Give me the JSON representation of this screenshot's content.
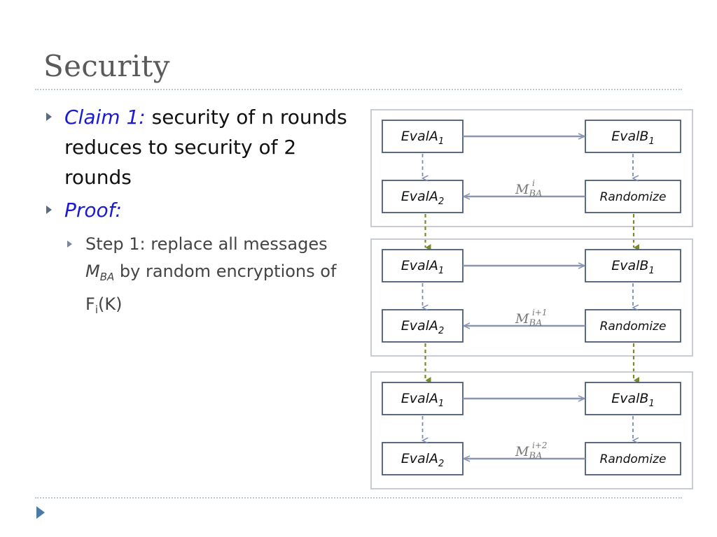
{
  "slide": {
    "title": "Security"
  },
  "bullets": {
    "claim_label": "Claim 1:",
    "claim_text": " security of n rounds reduces to security of 2 rounds",
    "proof_label": "Proof:",
    "step": {
      "prefix": "Step 1: replace all messages ",
      "msg_main": "M",
      "msg_sub": "BA",
      "middle": " by random encryptions of F",
      "f_sub": "i",
      "suffix": "(K)"
    }
  },
  "diagram": {
    "evalA_name": "EvalA",
    "evalB_name": "EvalB",
    "sub1": "1",
    "sub2": "2",
    "randomize": "Randomize",
    "msg_base": "M",
    "msg_sub": "BA",
    "blocks": [
      {
        "msg_sup": "i"
      },
      {
        "msg_sup": "i+1"
      },
      {
        "msg_sup": "i+2"
      }
    ]
  },
  "colors": {
    "box_border": "#4a5a78",
    "arrow_solid": "#8a96b0",
    "arrow_blue_dashed": "#7d8db3",
    "arrow_green_dashed": "#7a8a2a",
    "panel_border": "#c8ccd6",
    "title": "#5a5a5a",
    "accent_blue": "#1a1ad6"
  }
}
